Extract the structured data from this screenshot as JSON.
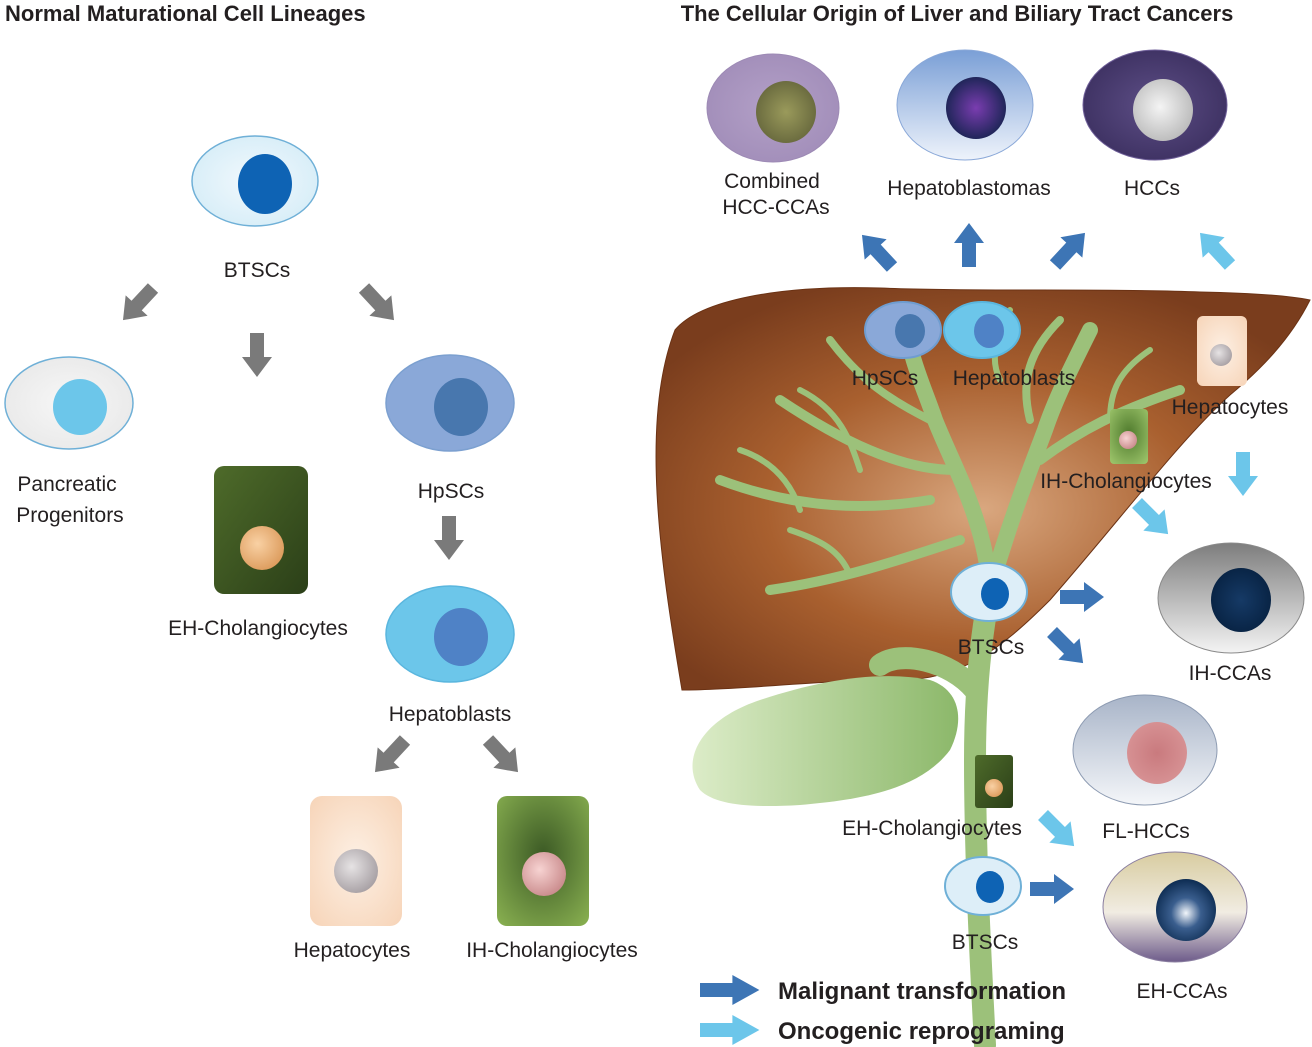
{
  "left": {
    "title": "Normal Maturational Cell Lineages",
    "btscs": "BTSCs",
    "pancreatic_line1": "Pancreatic",
    "pancreatic_line2": "Progenitors",
    "eh_cholangiocytes": "EH-Cholangiocytes",
    "hpscs": "HpSCs",
    "hepatoblasts": "Hepatoblasts",
    "hepatocytes": "Hepatocytes",
    "ih_cholangiocytes": "IH-Cholangiocytes"
  },
  "right": {
    "title": "The Cellular Origin of Liver and Biliary Tract Cancers",
    "combined_line1": "Combined",
    "combined_line2": "HCC-CCAs",
    "hepatoblastomas": "Hepatoblastomas",
    "hccs": "HCCs",
    "hpscs": "HpSCs",
    "hepatoblasts": "Hepatoblasts",
    "hepatocytes": "Hepatocytes",
    "ih_cholangiocytes": "IH-Cholangiocytes",
    "btscs_upper": "BTSCs",
    "ih_ccas": "IH-CCAs",
    "fl_hccs": "FL-HCCs",
    "eh_cholangiocytes": "EH-Cholangiocytes",
    "btscs_lower": "BTSCs",
    "eh_ccas": "EH-CCAs"
  },
  "legend": {
    "malignant": "Malignant transformation",
    "oncogenic": "Oncogenic reprograming"
  },
  "colors": {
    "gray_arrow": "#7a7a7a",
    "dark_blue_arrow": "#3d75b5",
    "light_blue_arrow": "#6cc6ea",
    "liver": "#8b4a24",
    "bile_duct": "#9cc17a"
  }
}
